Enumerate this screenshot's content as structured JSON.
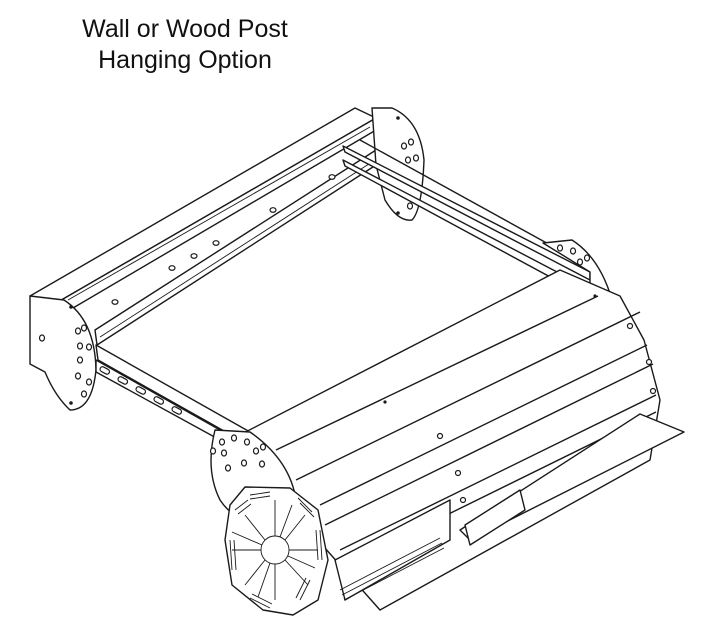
{
  "title": {
    "line1": "Wall or Wood Post",
    "line2": "Hanging Option"
  },
  "drawing": {
    "subject": "isometric line drawing of heater with wall/post mounting bracket frame",
    "parts": [
      "rear-mounting-rail",
      "side-bracket-plate-left",
      "side-bracket-plate-right",
      "strut-channel-rail",
      "slotted-cross-rail",
      "heater-body",
      "end-cap-vent-grille",
      "reflector-deflector"
    ],
    "line_color": "#1a1a1a",
    "background": "#ffffff"
  }
}
